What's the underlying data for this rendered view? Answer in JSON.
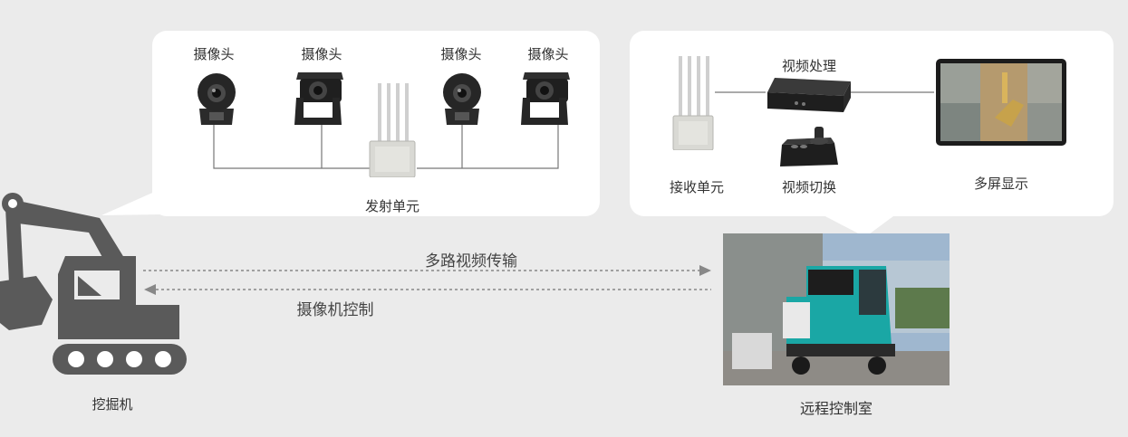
{
  "transmit_panel": {
    "camera_label_1": "摄像头",
    "camera_label_2": "摄像头",
    "camera_label_3": "摄像头",
    "camera_label_4": "摄像头",
    "transmitter_label": "发射单元"
  },
  "receive_panel": {
    "receiver_label": "接收单元",
    "video_processing_label": "视频处理",
    "video_switch_label": "视频切换",
    "multiscreen_label": "多屏显示"
  },
  "links": {
    "video_transmission_label": "多路视频传输",
    "camera_control_label": "摄像机控制"
  },
  "nodes": {
    "excavator_label": "挖掘机",
    "remote_room_label": "远程控制室"
  },
  "colors": {
    "background": "#ebebeb",
    "panel": "#ffffff",
    "icon_dark": "#5a5a5a",
    "line": "#777777",
    "vehicle_teal": "#1aa7a5"
  }
}
